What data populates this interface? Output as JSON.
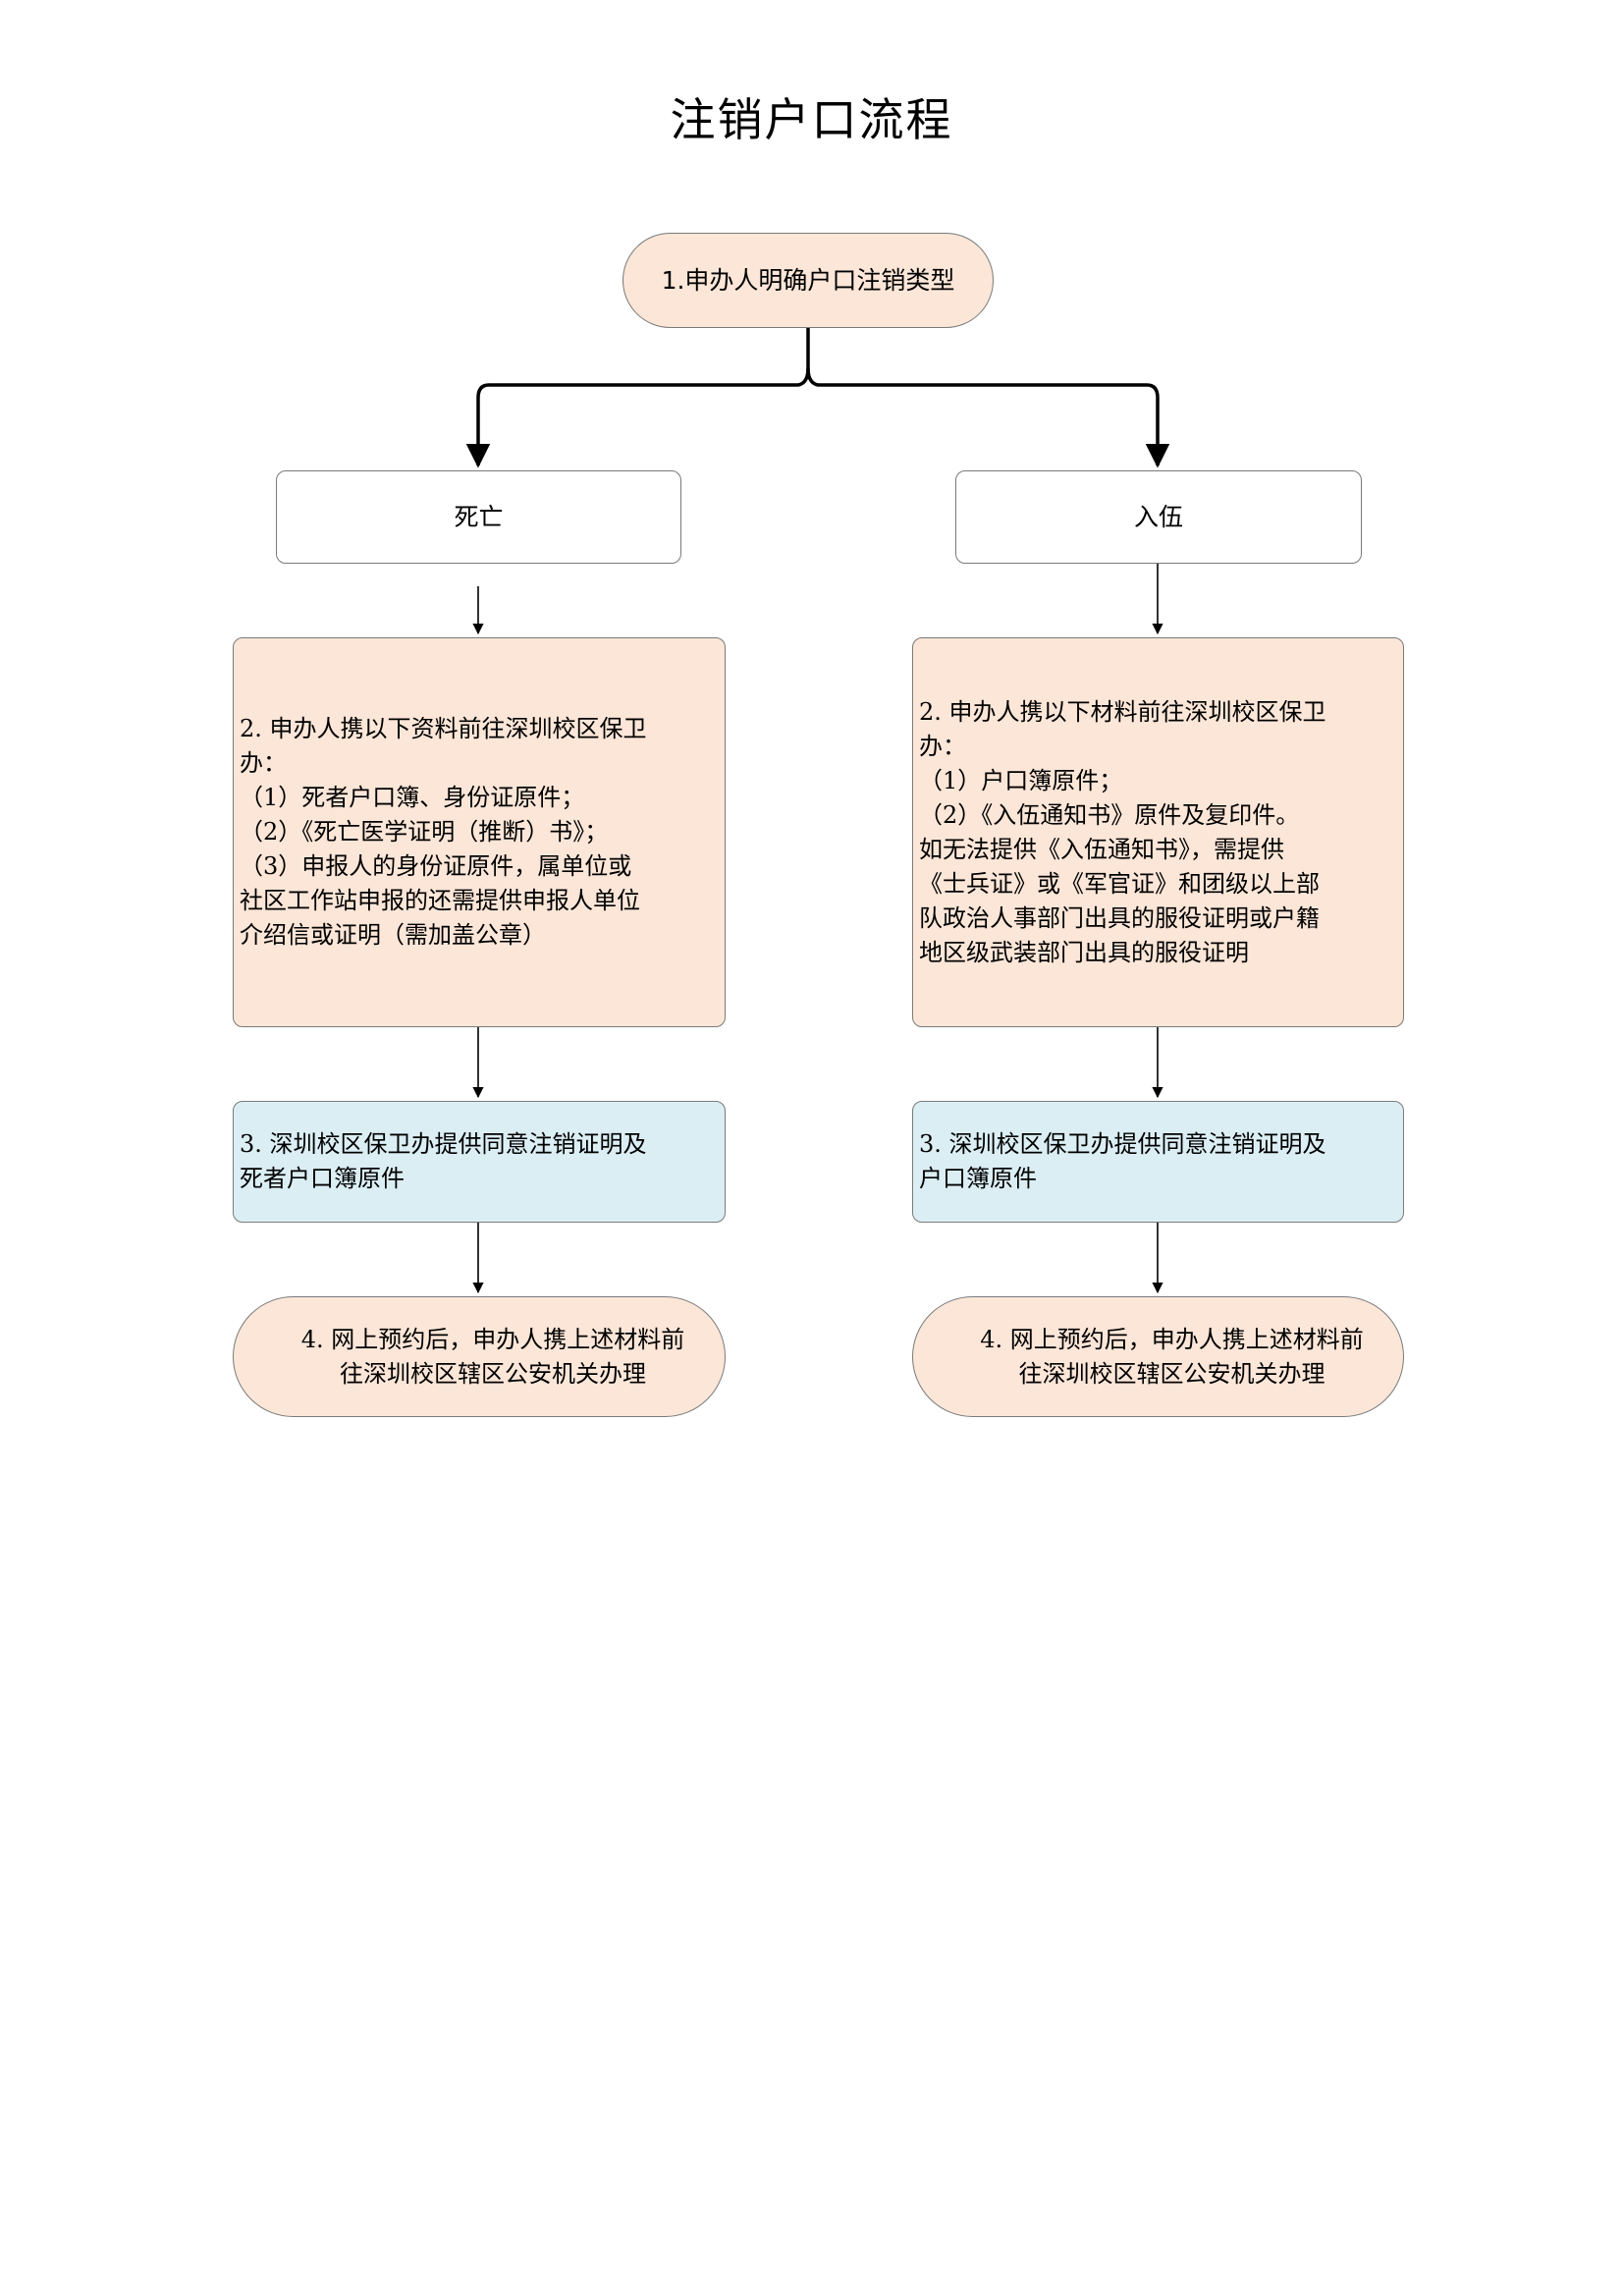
{
  "title": "注销户口流程",
  "colors": {
    "peach_fill": "#fbe6d8",
    "blue_fill": "#dbeef4",
    "border": "#7a7a7a",
    "connector": "#000000"
  },
  "start": {
    "text": "1.申办人明确户口注销类型"
  },
  "branches": {
    "death": {
      "label": "死亡",
      "step2": {
        "lines": [
          "2. 申办人携以下资料前往深圳校区保卫",
          "办：",
          "（1）死者户口簿、身份证原件；",
          "（2）《死亡医学证明（推断）书》；",
          "（3）申报人的身份证原件，属单位或",
          "社区工作站申报的还需提供申报人单位",
          "介绍信或证明（需加盖公章）"
        ]
      },
      "step3": {
        "lines": [
          "3. 深圳校区保卫办提供同意注销证明及",
          "死者户口簿原件"
        ]
      },
      "step4": {
        "lines": [
          "4. 网上预约后，申办人携上述材料前",
          "往深圳校区辖区公安机关办理"
        ]
      }
    },
    "enlist": {
      "label": "入伍",
      "step2": {
        "lines": [
          "2. 申办人携以下材料前往深圳校区保卫",
          "办：",
          "（1）户口簿原件；",
          "（2）《入伍通知书》原件及复印件。",
          "如无法提供《入伍通知书》，需提供",
          "《士兵证》或《军官证》和团级以上部",
          "队政治人事部门出具的服役证明或户籍",
          "地区级武装部门出具的服役证明"
        ]
      },
      "step3": {
        "lines": [
          "3. 深圳校区保卫办提供同意注销证明及",
          "户口簿原件"
        ]
      },
      "step4": {
        "lines": [
          "4. 网上预约后，申办人携上述材料前",
          "往深圳校区辖区公安机关办理"
        ]
      }
    }
  }
}
